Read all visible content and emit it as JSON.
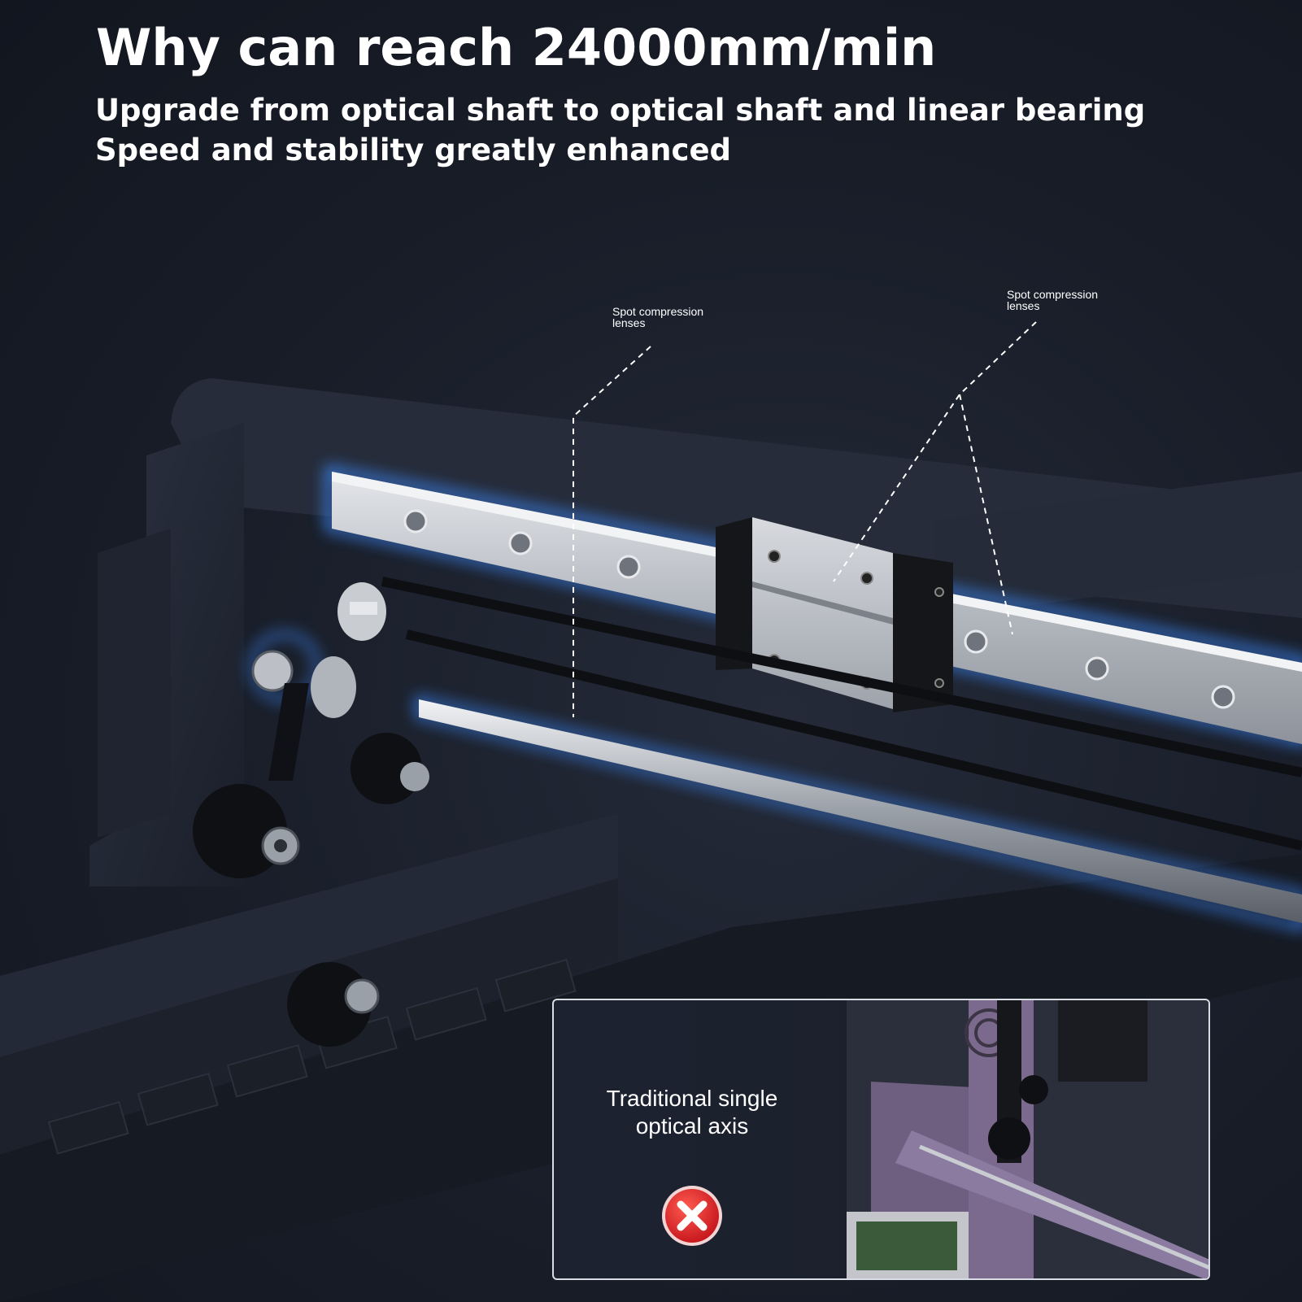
{
  "header": {
    "title": "Why can reach 24000mm/min",
    "subtitle_line1": "Upgrade from optical shaft to optical shaft and linear bearing",
    "subtitle_line2": "Speed and stability greatly enhanced"
  },
  "callouts": [
    {
      "line1": "Spot compression",
      "line2": "lenses"
    },
    {
      "line1": "Spot compression",
      "line2": "lenses"
    }
  ],
  "comparison": {
    "label_line1": "Traditional single",
    "label_line2": "optical axis",
    "status_icon": "x-circle-icon"
  },
  "colors": {
    "background": "#151a24",
    "text": "#ffffff",
    "glow": "#3d8bff",
    "rail": "#bfc3c9",
    "x_badge": "#e0262a",
    "machine_purple": "#7c6a8e"
  }
}
